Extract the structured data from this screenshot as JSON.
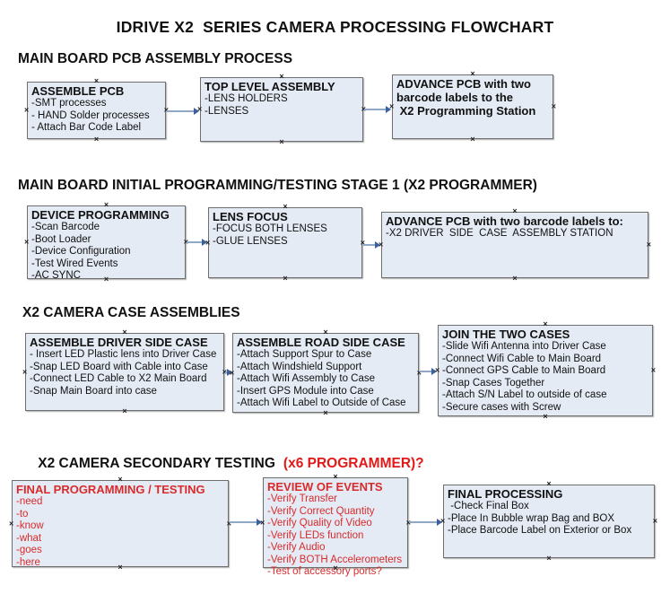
{
  "title": "IDRIVE X2  SERIES CAMERA PROCESSING FLOWCHART",
  "colors": {
    "box_fill": "#e4ebf5",
    "box_border": "#6e6e6e",
    "red_text": "#d92b2b",
    "header_red": "#e21919",
    "connector_line": "#8fa8c8",
    "connector_arrow": "#3b5fa0"
  },
  "sections": [
    {
      "header": "MAIN BOARD PCB ASSEMBLY PROCESS",
      "boxes": [
        {
          "title": "ASSEMBLE PCB",
          "items": [
            "-SMT processes",
            "- HAND Solder processes",
            "- Attach Bar Code Label"
          ]
        },
        {
          "title": "TOP LEVEL ASSEMBLY",
          "items": [
            "-LENS HOLDERS",
            "-LENSES"
          ]
        },
        {
          "title": "ADVANCE PCB with two\nbarcode labels to the\n X2 Programming Station",
          "items": []
        }
      ]
    },
    {
      "header": "MAIN BOARD INITIAL PROGRAMMING/TESTING STAGE 1 (X2 PROGRAMMER)",
      "boxes": [
        {
          "title": "DEVICE PROGRAMMING",
          "items": [
            "-Scan Barcode",
            "-Boot Loader",
            "-Device Configuration",
            "-Test Wired Events",
            "-AC SYNC"
          ]
        },
        {
          "title": "LENS FOCUS",
          "items": [
            "-FOCUS BOTH LENSES",
            "-GLUE LENSES"
          ]
        },
        {
          "title": "ADVANCE PCB with two barcode labels to:",
          "items": [
            "-X2 DRIVER  SIDE  CASE  ASSEMBLY STATION"
          ]
        }
      ]
    },
    {
      "header": "X2 CAMERA CASE ASSEMBLIES",
      "boxes": [
        {
          "title": "ASSEMBLE DRIVER SIDE CASE",
          "items": [
            "- Insert LED Plastic lens into Driver Case",
            "-Snap LED Board with Cable into Case",
            "-Connect LED Cable to X2 Main Board",
            "-Snap Main Board into case"
          ]
        },
        {
          "title": "ASSEMBLE ROAD SIDE CASE",
          "items": [
            "-Attach Support Spur to Case",
            "-Attach Windshield Support",
            "-Attach Wifi Assembly to Case",
            "-Insert GPS Module into Case",
            "-Attach Wifi Label to Outside of Case"
          ]
        },
        {
          "title": "JOIN THE TWO CASES",
          "items": [
            "-Slide Wifi Antenna into Driver Case",
            "-Connect Wifi Cable to Main Board",
            "-Connect GPS Cable to Main Board",
            "-Snap Cases Together",
            "-Attach S/N Label to outside of case",
            "-Secure cases with Screw"
          ]
        }
      ]
    },
    {
      "header": "X2 CAMERA SECONDARY TESTING",
      "header_red": "(x6 PROGRAMMER)?",
      "boxes": [
        {
          "title": "FINAL PROGRAMMING / TESTING",
          "red": true,
          "items": [
            "-need",
            "-to",
            "-know",
            "-what",
            "-goes",
            "-here"
          ]
        },
        {
          "title": "REVIEW OF EVENTS",
          "red": true,
          "items": [
            "-Verify Transfer",
            "-Verify Correct Quantity",
            "-Verify Quality of Video",
            "-Verify LEDs function",
            "-Verify Audio",
            "-Verify BOTH Accelerometers",
            "-Test of accessory ports?"
          ]
        },
        {
          "title": "FINAL PROCESSING",
          "items": [
            " -Check Final Box",
            "-Place In Bubble wrap Bag and BOX",
            "-Place Barcode Label on Exterior or Box"
          ]
        }
      ]
    }
  ]
}
